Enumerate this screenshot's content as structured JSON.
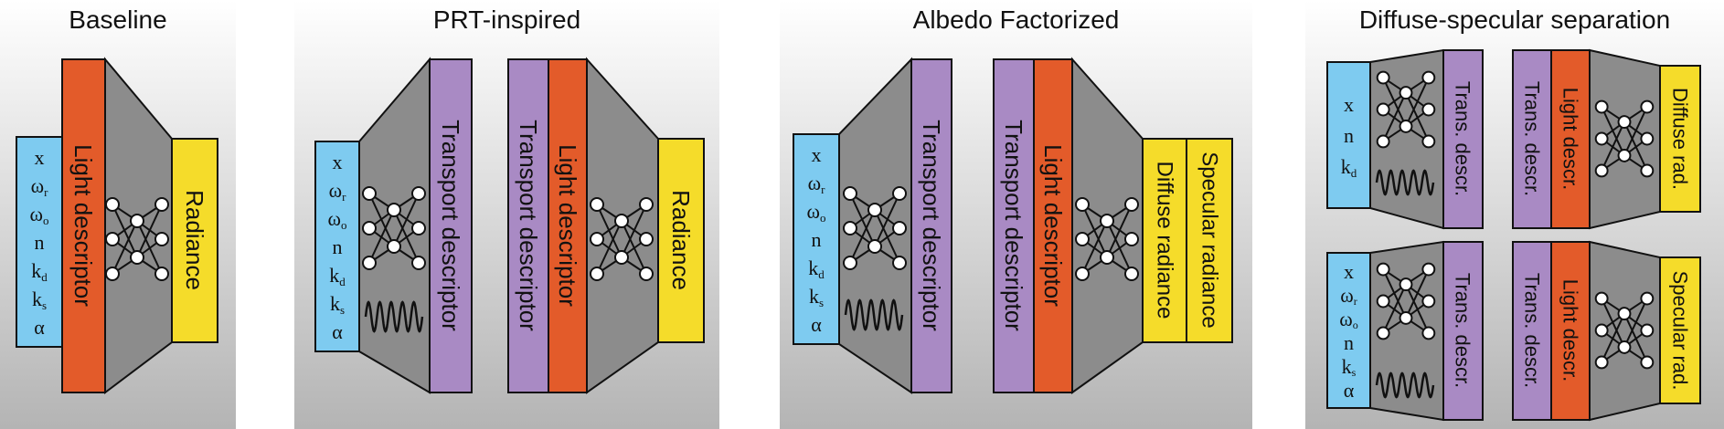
{
  "panels": [
    {
      "title": "Baseline"
    },
    {
      "title": "PRT-inspired"
    },
    {
      "title": "Albedo Factorized"
    },
    {
      "title": "Diffuse-specular separation"
    }
  ],
  "labels": {
    "light_descriptor": "Light descriptor",
    "radiance": "Radiance",
    "transport_descriptor": "Transport descriptor",
    "diffuse_radiance": "Diffuse radiance",
    "specular_radiance": "Specular radiance",
    "trans_descr": "Trans. descr.",
    "light_descr": "Light descr.",
    "diffuse_rad": "Diffuse rad.",
    "specular_rad": "Specular rad."
  },
  "inputs": {
    "x": "x",
    "omega": "ω",
    "r": "r",
    "o": "o",
    "n": "n",
    "k": "k",
    "d": "d",
    "s": "s",
    "alpha": "α"
  },
  "colors": {
    "input_blue": "#7ecbf0",
    "light_orange": "#e35b2a",
    "radiance_yellow": "#f5dc2a",
    "transport_purple": "#a98ac4",
    "network_gray": "#8c8c8c",
    "panel_top": "#ffffff",
    "panel_bottom": "#b4b4b4"
  },
  "icons": [
    "neural-network-icon",
    "wave-icon"
  ]
}
